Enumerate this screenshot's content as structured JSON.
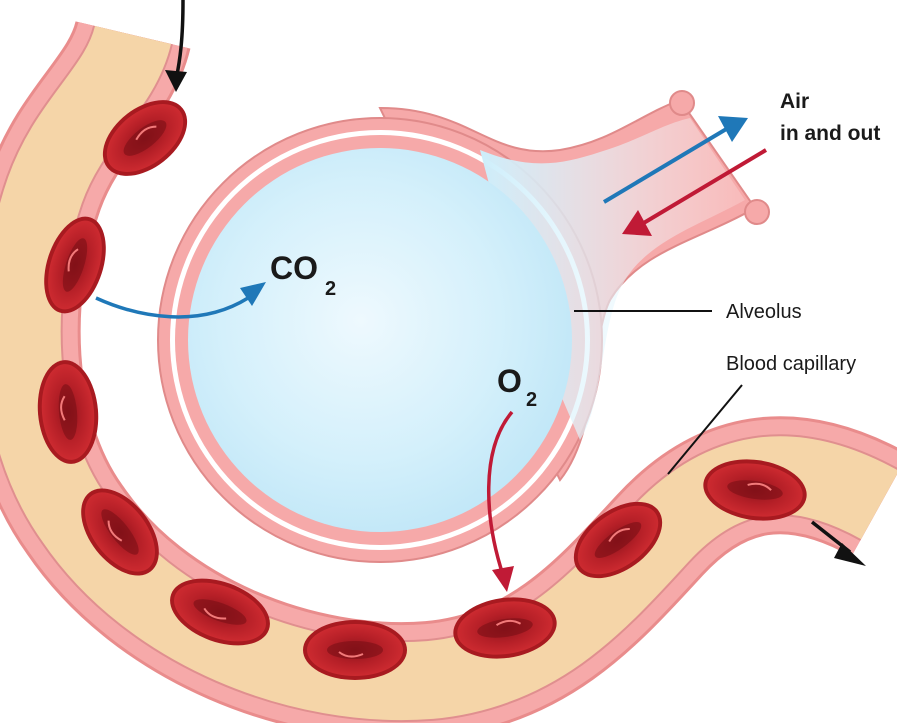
{
  "labels": {
    "air_line1": "Air",
    "air_line2": "in and out",
    "co2_main": "CO",
    "co2_sub": "2",
    "o2_main": "O",
    "o2_sub": "2",
    "alveolus": "Alveolus",
    "capillary": "Blood capillary"
  },
  "colors": {
    "vessel_wall": "#f3a0a0",
    "vessel_wall_edge": "#e07a7a",
    "plasma": "#f4d3a6",
    "blood_cell": "#c8262b",
    "blood_cell_dark": "#8c1219",
    "alveolus_fill": "#cdeefb",
    "co2_arrow": "#1f78b8",
    "o2_arrow": "#c01a36",
    "flow_arrow": "#111111"
  },
  "icons": {
    "air_in": "blue-arrow-icon",
    "air_out": "red-arrow-icon",
    "blood_flow": "black-arrow-icon"
  }
}
